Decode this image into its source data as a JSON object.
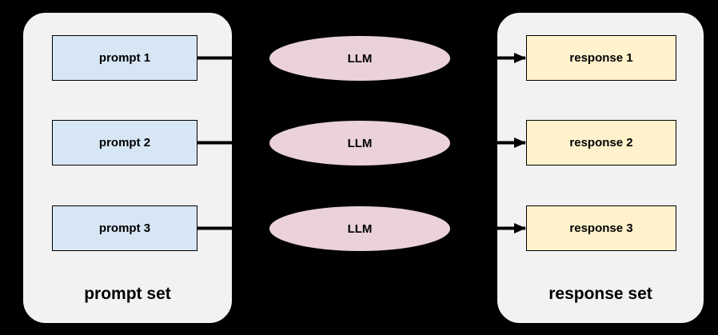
{
  "diagram": {
    "background_color": "#000000",
    "container_fill": "#f2f2f2",
    "stroke_color": "#000000",
    "prompt_set": {
      "label": "prompt set",
      "item_fill": "#d7e6f5",
      "items": [
        {
          "label": "prompt 1"
        },
        {
          "label": "prompt 2"
        },
        {
          "label": "prompt 3"
        }
      ]
    },
    "llm": {
      "fill": "#ead1dc",
      "nodes": [
        {
          "label": "LLM"
        },
        {
          "label": "LLM"
        },
        {
          "label": "LLM"
        }
      ]
    },
    "response_set": {
      "label": "response set",
      "item_fill": "#fff2cc",
      "items": [
        {
          "label": "response 1"
        },
        {
          "label": "response 2"
        },
        {
          "label": "response 3"
        }
      ]
    }
  }
}
